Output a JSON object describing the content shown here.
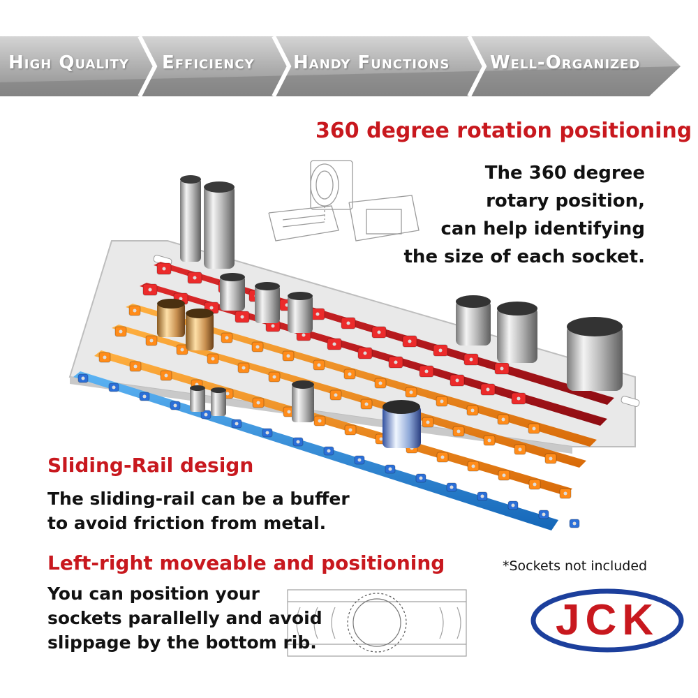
{
  "banner": {
    "items": [
      "High Quality",
      "Efficiency",
      "Handy Functions",
      "Well-Organized"
    ]
  },
  "rotation": {
    "title": "360 degree rotation positioning",
    "lines": [
      "The 360 degree",
      "rotary position,",
      "can help identifying",
      "the size of each socket."
    ]
  },
  "sliding": {
    "title": "Sliding-Rail design",
    "lines": [
      "The sliding-rail can be a buffer",
      "to avoid friction from metal."
    ]
  },
  "moveable": {
    "title": "Left-right moveable and positioning",
    "lines": [
      "You can position your",
      "sockets parallelly and avoid",
      "slippage by the bottom rib."
    ]
  },
  "note": "*Sockets not included",
  "logo": {
    "text": "JCK"
  },
  "colors": {
    "accent_red": "#c8181e",
    "rail_red": "#c4141c",
    "rail_orange": "#f08a1a",
    "rail_blue": "#1e7fd8",
    "logo_blue": "#1c3f9c"
  }
}
